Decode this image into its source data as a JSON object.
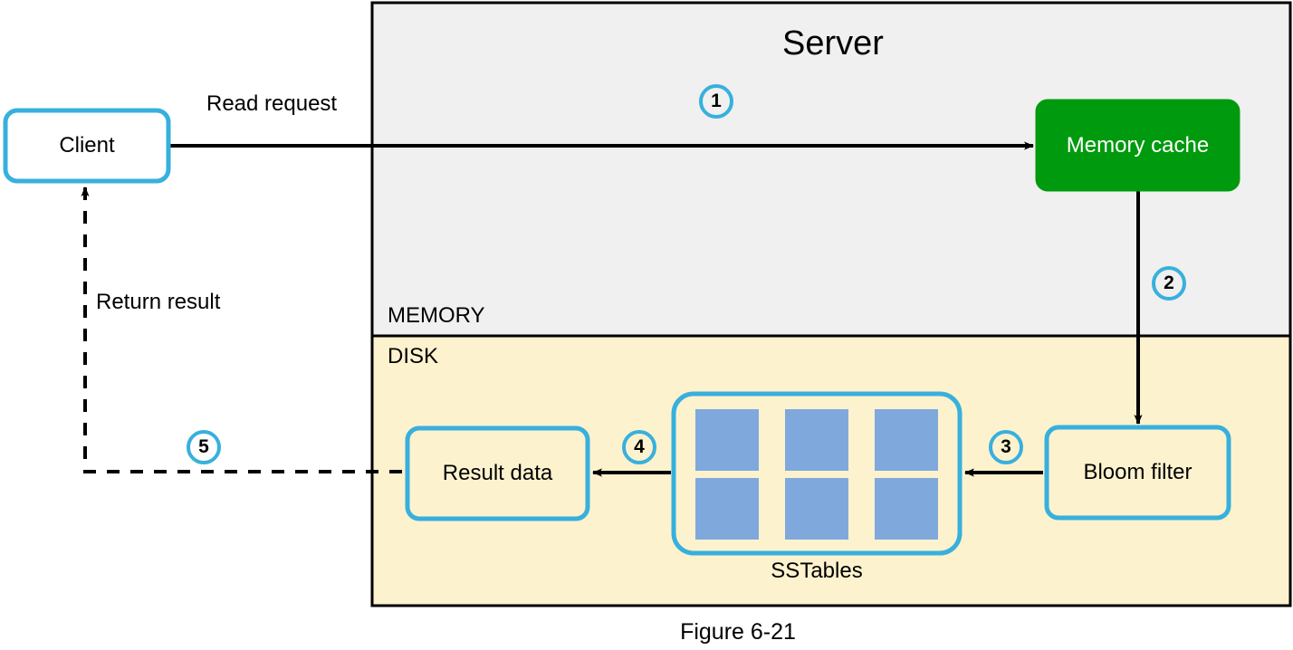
{
  "figure": {
    "caption": "Figure 6-21",
    "container_title": "Server",
    "regions": [
      {
        "name": "MEMORY",
        "label": "MEMORY",
        "fill": "#f0f0f0"
      },
      {
        "name": "DISK",
        "label": "DISK",
        "fill": "#fdf2ce"
      }
    ]
  },
  "nodes": {
    "client": {
      "label": "Client",
      "fill": "#ffffff",
      "stroke": "#38b0dd"
    },
    "memory_cache": {
      "label": "Memory cache",
      "fill": "#009a0e",
      "stroke": "#009a0e",
      "text_color": "#ffffff"
    },
    "bloom_filter": {
      "label": "Bloom filter",
      "fill": "#fdf2ce",
      "stroke": "#38b0dd"
    },
    "sstables": {
      "label": "SSTables",
      "fill": "#fdf2ce",
      "stroke": "#38b0dd",
      "cell_fill": "#7fa8dd",
      "cell_count": 6
    },
    "result_data": {
      "label": "Result data",
      "fill": "#fdf2ce",
      "stroke": "#38b0dd"
    }
  },
  "edges": [
    {
      "id": "e1",
      "label": "Read request",
      "step": "1",
      "from": "client",
      "to": "memory_cache",
      "style": "solid"
    },
    {
      "id": "e2",
      "label": "",
      "step": "2",
      "from": "memory_cache",
      "to": "bloom_filter",
      "style": "solid"
    },
    {
      "id": "e3",
      "label": "",
      "step": "3",
      "from": "bloom_filter",
      "to": "sstables",
      "style": "solid"
    },
    {
      "id": "e4",
      "label": "",
      "step": "4",
      "from": "sstables",
      "to": "result_data",
      "style": "solid"
    },
    {
      "id": "e5",
      "label": "Return result",
      "step": "5",
      "from": "result_data",
      "to": "client",
      "style": "dashed"
    }
  ],
  "colors": {
    "accent": "#38b0dd",
    "green": "#009a0e",
    "blue_cell": "#7fa8dd",
    "memory_bg": "#f0f0f0",
    "disk_bg": "#fdf2ce",
    "line": "#000000"
  }
}
